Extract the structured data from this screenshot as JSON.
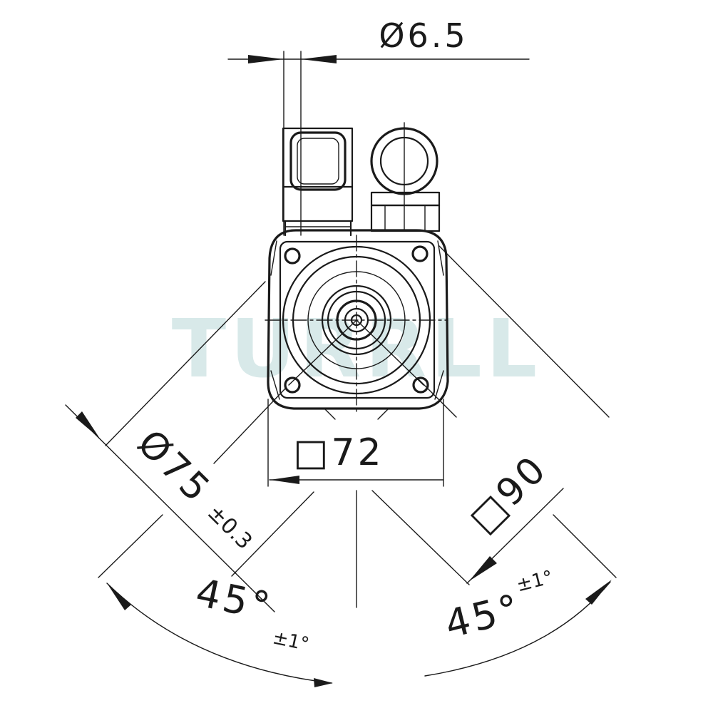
{
  "watermark": "TURRLL",
  "dimensions": {
    "pin_diameter": "Ø6.5",
    "pilot_diameter": "Ø75",
    "pilot_tolerance": "±0.3",
    "body_square": "□72",
    "flange_square": "□90",
    "angle_left": "45°",
    "angle_left_tol": "±1°",
    "angle_right": "45°",
    "angle_right_tol": "±1°"
  },
  "colors": {
    "line": "#1a1a1a",
    "watermark": "#a9cfd0"
  }
}
